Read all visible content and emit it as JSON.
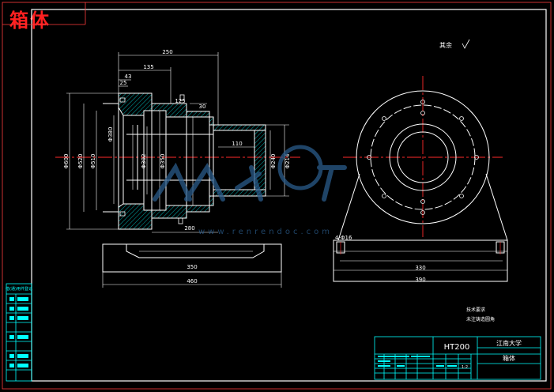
{
  "header": {
    "title": "箱体"
  },
  "roughness_note": "其余",
  "dims_section": {
    "d250": "250",
    "d135": "135",
    "d43": "43",
    "d25": "25",
    "d30": "30",
    "d125": "125",
    "d110": "110",
    "d280": "280",
    "dia600": "Φ600",
    "dia520": "Φ520",
    "dia510": "Φ510",
    "dia380": "Φ380",
    "dia302": "Φ302",
    "dia350": "Φ350",
    "dia240": "Φ240",
    "dia214": "Φ214"
  },
  "dims_base": {
    "d350": "350",
    "d460": "460"
  },
  "dims_side": {
    "holes": "4-Φ16",
    "d330": "330",
    "d390": "390"
  },
  "tech_req": {
    "line1": "技术要求",
    "line2": "未注铸造圆角"
  },
  "title_block": {
    "material": "HT200",
    "school": "江南大学",
    "part_name": "箱体",
    "scale": "1:2"
  },
  "left_table": {
    "label": "借(通)用件登记"
  },
  "watermark": {
    "url": "www.renrendoc.com"
  },
  "colors": {
    "frame": "#ffffff",
    "outline": "#ffffff",
    "centerline": "#ff2a2a",
    "hatch": "#00e0e0",
    "table": "#00ffff",
    "dim_text": "#ffffff",
    "title": "#ff2020",
    "watermark": "#2a5b8a"
  }
}
